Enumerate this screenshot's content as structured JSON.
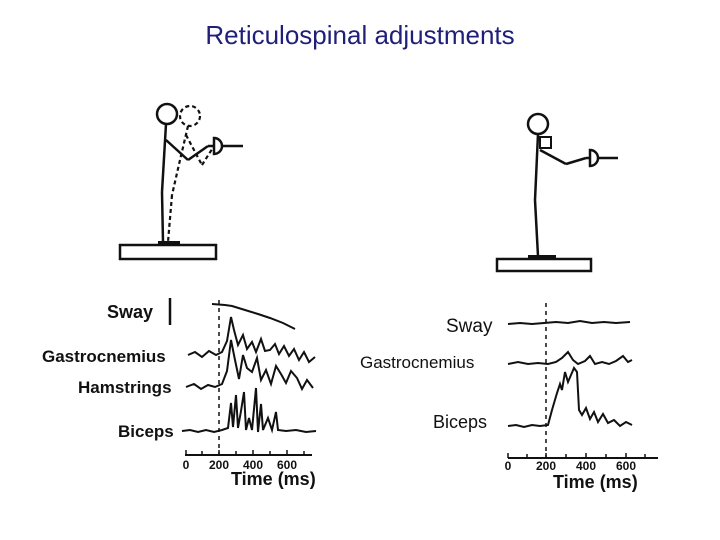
{
  "slide": {
    "title": "Reticulospinal adjustments"
  },
  "left_panel": {
    "traces": [
      {
        "label": "Sway"
      },
      {
        "label": "Gastrocnemius"
      },
      {
        "label": "Hamstrings"
      },
      {
        "label": "Biceps"
      }
    ],
    "time_axis": {
      "ticks": [
        "0",
        "200",
        "400",
        "600"
      ],
      "title": "Time  (ms)"
    }
  },
  "right_panel": {
    "traces": [
      {
        "label": "Sway"
      },
      {
        "label": "Gastrocnemius"
      },
      {
        "label": "Biceps"
      }
    ],
    "time_axis": {
      "ticks": [
        "0",
        "200",
        "400",
        "600"
      ],
      "title": "Time  (ms)"
    }
  }
}
